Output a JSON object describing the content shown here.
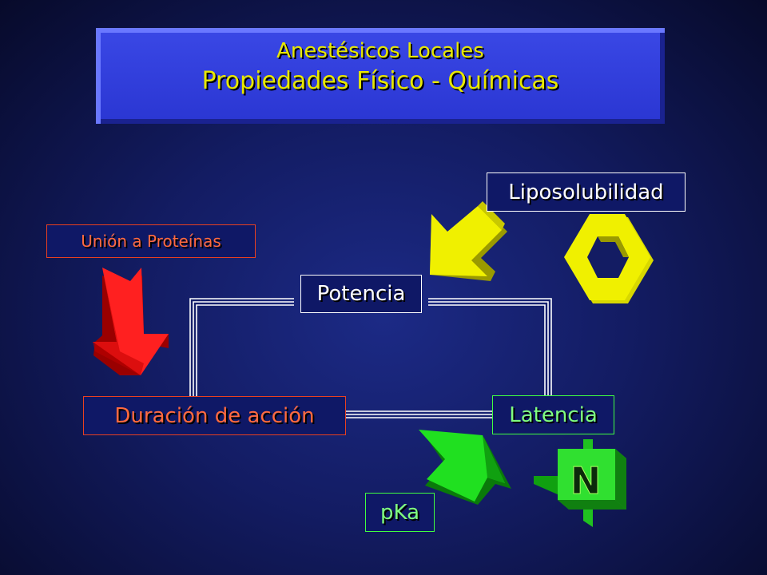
{
  "title": {
    "line1": "Anestésicos Locales",
    "line2": "Propiedades Físico - Químicas"
  },
  "nodes": {
    "liposolubilidad": "Liposolubilidad",
    "union_proteinas": "Unión a Proteínas",
    "potencia": "Potencia",
    "duracion": "Duración de acción",
    "latencia": "Latencia",
    "pka": "pKa"
  },
  "nitrogen_symbol": "N",
  "colors": {
    "background": "#131c63",
    "title_panel": "#2a36d2",
    "title_text": "#e8e800",
    "red_arrow": "#ff2020",
    "yellow_arrow": "#f0f000",
    "green_arrow": "#20e020"
  }
}
